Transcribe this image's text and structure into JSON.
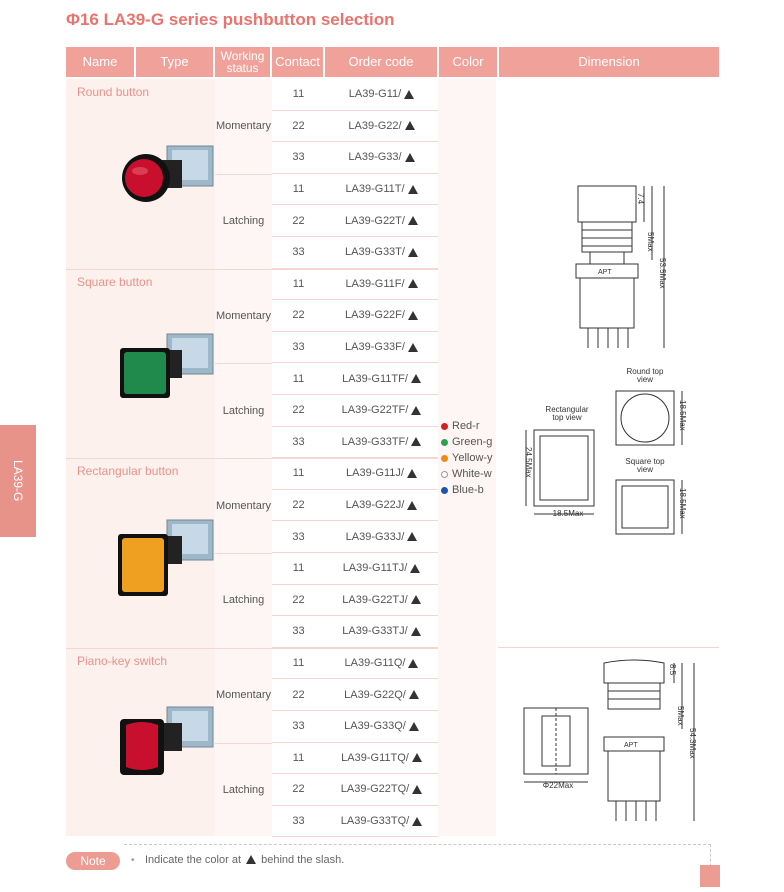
{
  "title": "Φ16 LA39-G series pushbutton selection",
  "header": {
    "name": "Name",
    "type": "Type",
    "working": "Working status",
    "contact": "Contact",
    "order": "Order code",
    "color": "Color",
    "dimension": "Dimension"
  },
  "side_tab": "LA39-G",
  "groups": [
    {
      "name": "Round button",
      "momentary": "Momentary",
      "latching": "Latching",
      "rows": [
        [
          "11",
          "LA39-G11/"
        ],
        [
          "22",
          "LA39-G22/"
        ],
        [
          "33",
          "LA39-G33/"
        ],
        [
          "11",
          "LA39-G11T/"
        ],
        [
          "22",
          "LA39-G22T/"
        ],
        [
          "33",
          "LA39-G33T/"
        ]
      ]
    },
    {
      "name": "Square button",
      "momentary": "Momentary",
      "latching": "Latching",
      "rows": [
        [
          "11",
          "LA39-G11F/"
        ],
        [
          "22",
          "LA39-G22F/"
        ],
        [
          "33",
          "LA39-G33F/"
        ],
        [
          "11",
          "LA39-G11TF/"
        ],
        [
          "22",
          "LA39-G22TF/"
        ],
        [
          "33",
          "LA39-G33TF/"
        ]
      ]
    },
    {
      "name": "Rectangular button",
      "momentary": "Momentary",
      "latching": "Latching",
      "rows": [
        [
          "11",
          "LA39-G11J/"
        ],
        [
          "22",
          "LA39-G22J/"
        ],
        [
          "33",
          "LA39-G33J/"
        ],
        [
          "11",
          "LA39-G11TJ/"
        ],
        [
          "22",
          "LA39-G22TJ/"
        ],
        [
          "33",
          "LA39-G33TJ/"
        ]
      ]
    },
    {
      "name": "Piano-key switch",
      "momentary": "Momentary",
      "latching": "Latching",
      "rows": [
        [
          "11",
          "LA39-G11Q/"
        ],
        [
          "22",
          "LA39-G22Q/"
        ],
        [
          "33",
          "LA39-G33Q/"
        ],
        [
          "11",
          "LA39-G11TQ/"
        ],
        [
          "22",
          "LA39-G22TQ/"
        ],
        [
          "33",
          "LA39-G33TQ/"
        ]
      ]
    }
  ],
  "colors": [
    {
      "label": "Red-r",
      "hex": "#d42020"
    },
    {
      "label": "Green-g",
      "hex": "#2aa050"
    },
    {
      "label": "Yellow-y",
      "hex": "#f08a10"
    },
    {
      "label": "White-w",
      "hex": "#ffffff"
    },
    {
      "label": "Blue-b",
      "hex": "#1b55a8"
    }
  ],
  "dimensions": {
    "round_side": {
      "d1": "7.4",
      "d2": "5Max",
      "d3": "53.5Max",
      "brand": "APT"
    },
    "round_top_label": "Round top view",
    "round_top_dim": "18.5Max",
    "rect_top_label": "Rectangular top view",
    "rect_top_w": "18.5Max",
    "rect_top_h": "24.5Max",
    "square_top_label": "Square top view",
    "square_top_dim": "18.5Max",
    "piano_top_dim": "Φ22Max",
    "piano_side": {
      "d1": "8.5",
      "d2": "5Max",
      "d3": "54.3Max",
      "brand": "APT"
    }
  },
  "note": {
    "badge": "Note",
    "text": "Indicate the color at ▲ behind the slash."
  },
  "button_colors": {
    "round": "#c8102e",
    "square": "#1f8a4c",
    "rect": "#f0a020",
    "piano": "#c8102e"
  }
}
